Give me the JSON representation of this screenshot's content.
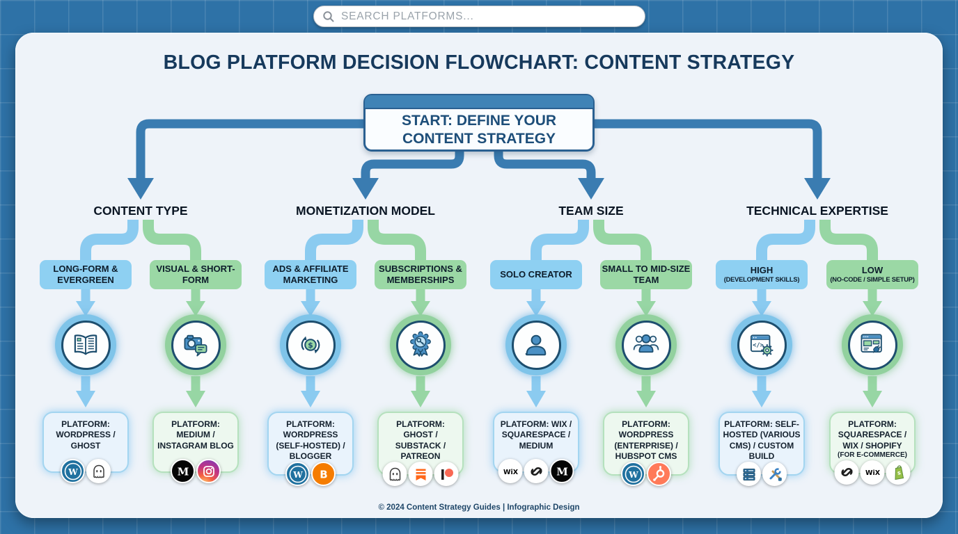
{
  "search": {
    "placeholder": "SEARCH PLATFORMS...",
    "icon": "search-icon"
  },
  "title": "BLOG PLATFORM DECISION FLOWCHART: CONTENT STRATEGY",
  "start": {
    "label": "START: DEFINE YOUR CONTENT STRATEGY"
  },
  "footer": {
    "text": "© 2024 Content Strategy Guides | Infographic Design"
  },
  "colors": {
    "page_bg": "#2e72a7",
    "panel_bg": "#eef3f9",
    "trunk": "#3a7cb1",
    "branch_blue": "#8bcbf0",
    "branch_green": "#97d6a4",
    "option_blue": "#8ed0f2",
    "option_green": "#9bd8a5",
    "title_text": "#16395c"
  },
  "branches": [
    {
      "category": "CONTENT TYPE",
      "options": [
        {
          "label": "LONG-FORM & EVERGREEN",
          "tone": "blue",
          "icon": "open-book-icon",
          "platform": {
            "label": "PLATFORM: WORDPRESS / GHOST",
            "logos": [
              "wordpress",
              "ghost"
            ]
          }
        },
        {
          "label": "VISUAL & SHORT-FORM",
          "tone": "green",
          "icon": "camera-chat-icon",
          "platform": {
            "label": "PLATFORM: MEDIUM / INSTAGRAM BLOG",
            "logos": [
              "medium",
              "instagram"
            ]
          }
        }
      ]
    },
    {
      "category": "MONETIZATION MODEL",
      "options": [
        {
          "label": "ADS & AFFILIATE MARKETING",
          "tone": "blue",
          "icon": "dollar-cycle-icon",
          "platform": {
            "label": "PLATFORM: WORDPRESS (SELF-HOSTED) / BLOGGER",
            "logos": [
              "wordpress",
              "blogger"
            ]
          }
        },
        {
          "label": "SUBSCRIPTIONS & MEMBERSHIPS",
          "tone": "green",
          "icon": "membership-badge-icon",
          "platform": {
            "label": "PLATFORM: GHOST / SUBSTACK / PATREON",
            "logos": [
              "ghost",
              "substack",
              "patreon"
            ]
          }
        }
      ]
    },
    {
      "category": "TEAM SIZE",
      "options": [
        {
          "label": "SOLO CREATOR",
          "tone": "blue",
          "icon": "person-icon",
          "platform": {
            "label": "PLATFORM: WIX / SQUARESPACE / MEDIUM",
            "logos": [
              "wix",
              "squarespace",
              "medium"
            ]
          }
        },
        {
          "label": "SMALL TO MID-SIZE TEAM",
          "tone": "green",
          "icon": "people-icon",
          "platform": {
            "label": "PLATFORM: WORDPRESS (ENTERPRISE) / HUBSPOT CMS",
            "logos": [
              "wordpress",
              "hubspot"
            ]
          }
        }
      ]
    },
    {
      "category": "TECHNICAL EXPERTISE",
      "options": [
        {
          "label": "HIGH",
          "sublabel": "(DEVELOPMENT SKILLS)",
          "tone": "blue",
          "icon": "code-window-icon",
          "platform": {
            "label": "PLATFORM: SELF-HOSTED (VARIOUS CMS) / CUSTOM BUILD",
            "logos": [
              "server",
              "tools"
            ]
          }
        },
        {
          "label": "LOW",
          "sublabel": "(NO-CODE / SIMPLE SETUP)",
          "tone": "green",
          "icon": "website-plug-icon",
          "platform": {
            "label": "PLATFORM: SQUARESPACE / WIX / SHOPIFY",
            "sublabel": "(FOR E-COMMERCE)",
            "logos": [
              "squarespace",
              "wix",
              "shopify"
            ]
          }
        }
      ]
    }
  ]
}
